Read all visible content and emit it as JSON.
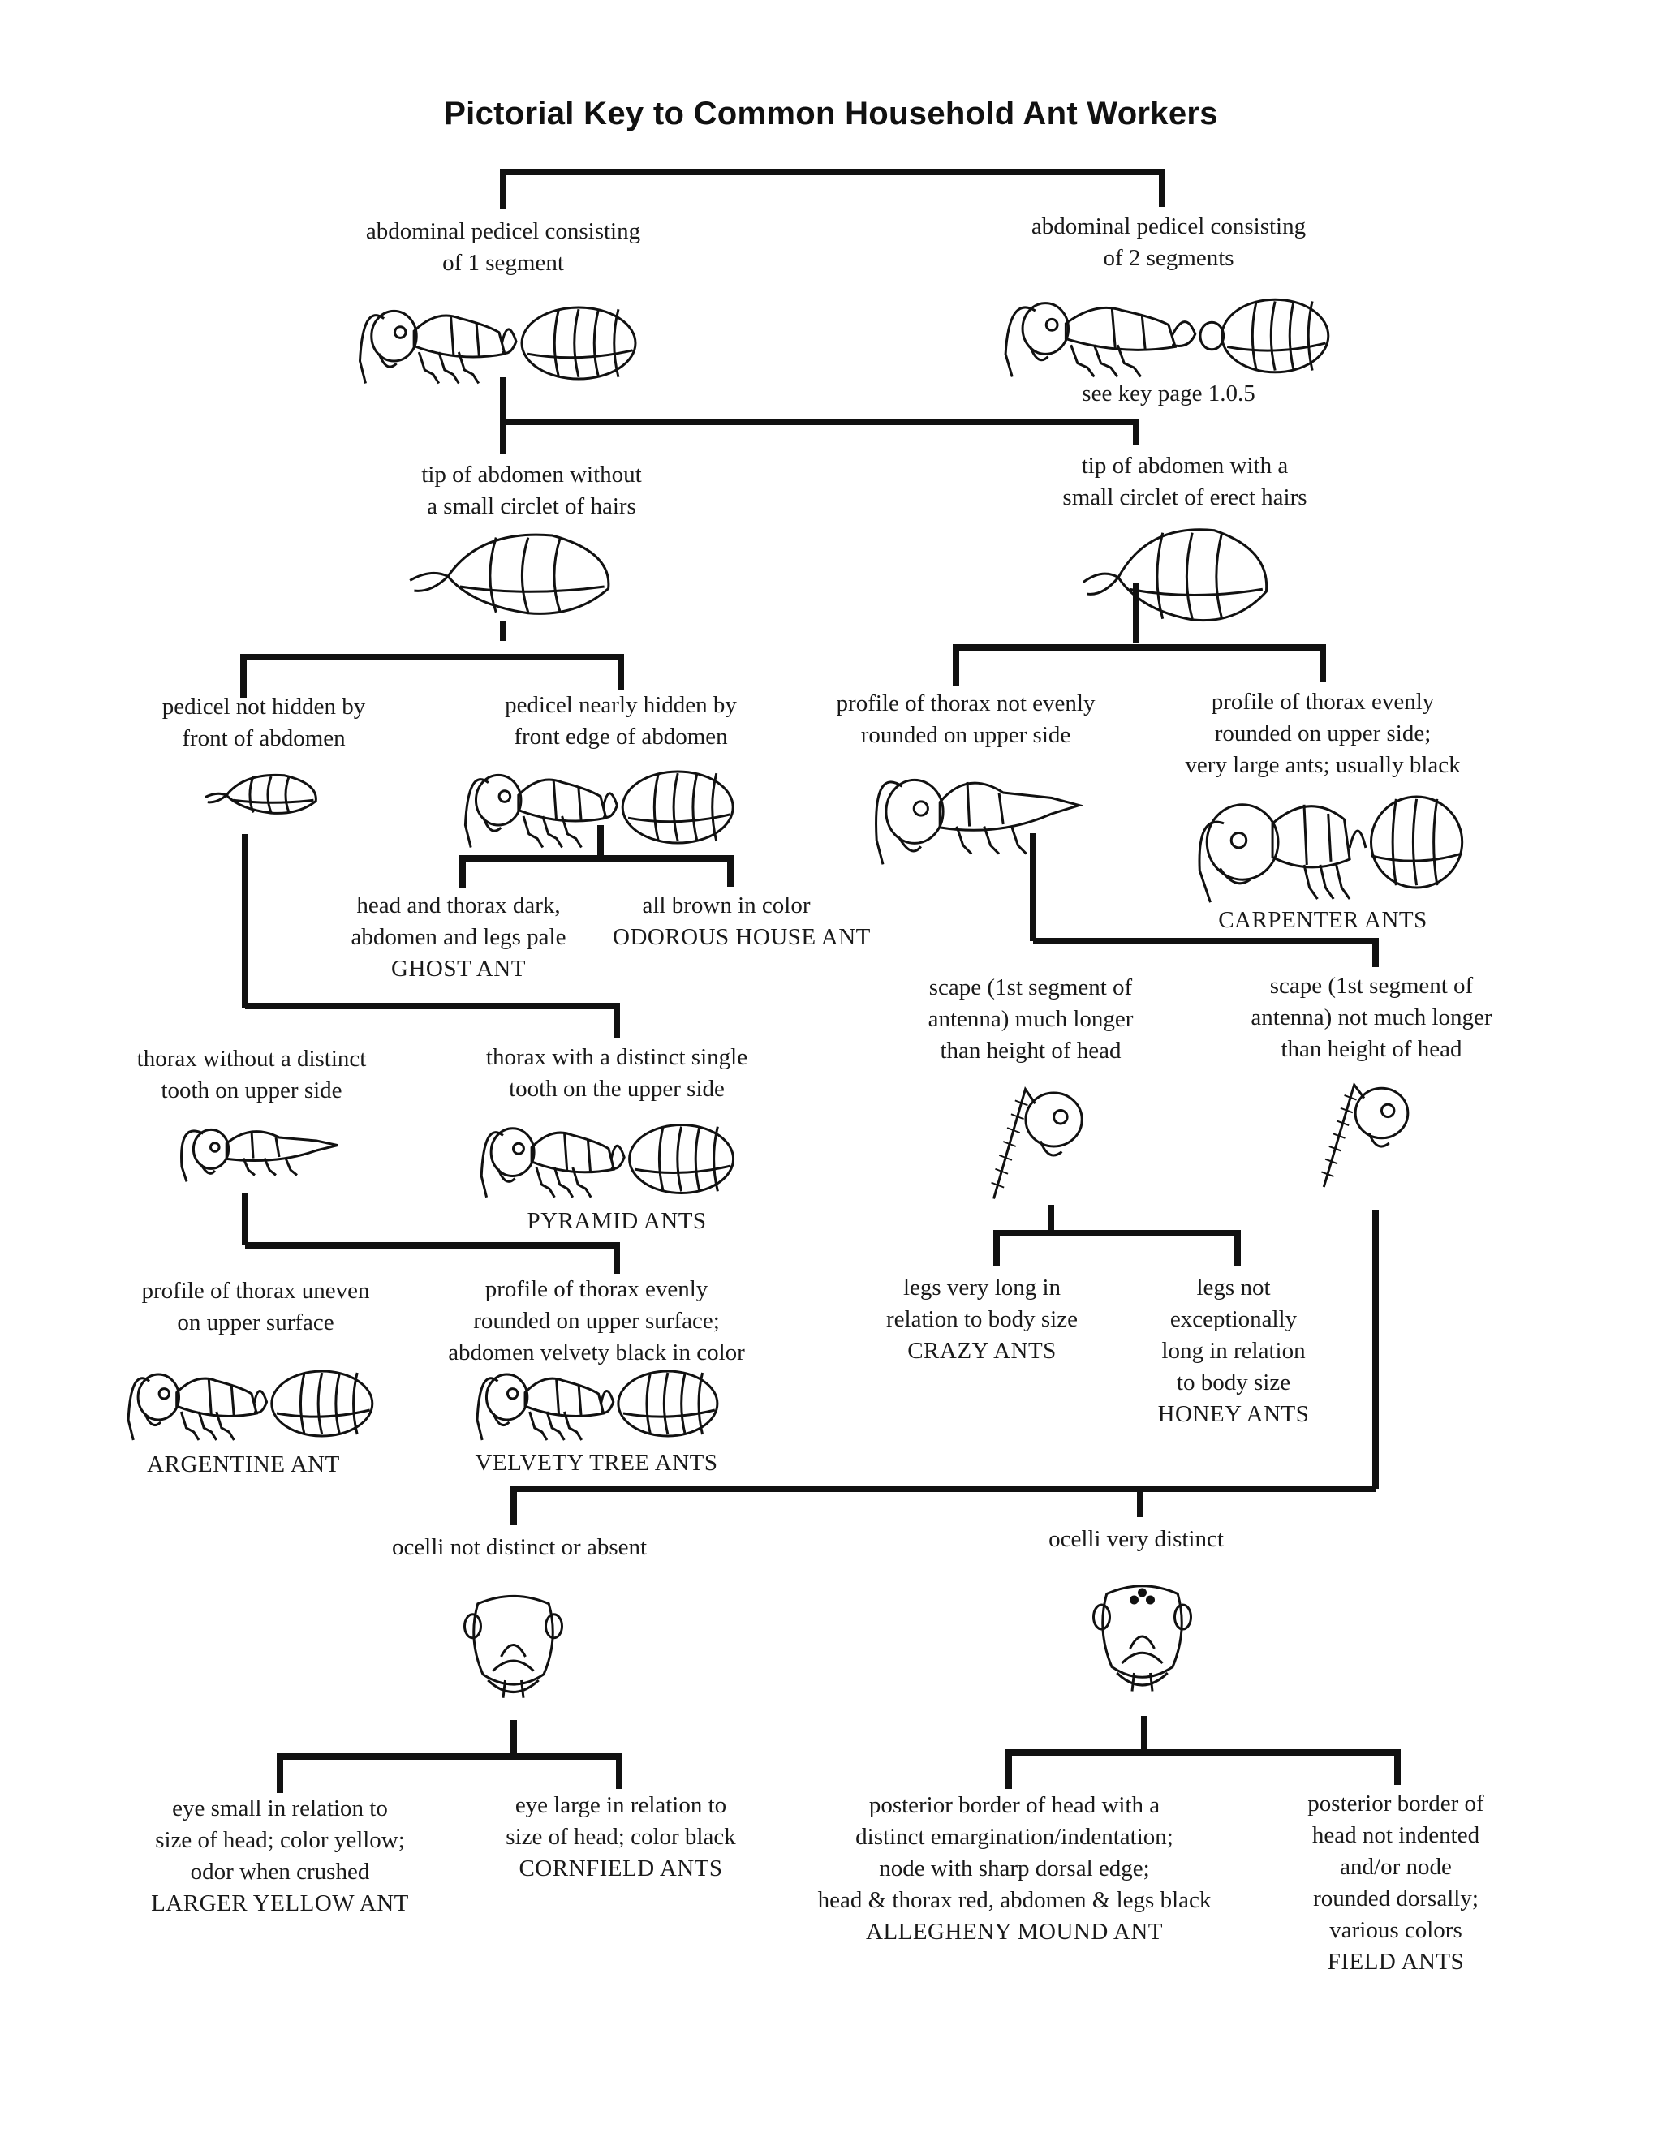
{
  "title": "Pictorial Key to Common Household Ant Workers",
  "nodes": {
    "ped1": {
      "lines": [
        "abdominal pedicel consisting",
        "of 1 segment"
      ],
      "name": ""
    },
    "ped2": {
      "lines": [
        "abdominal pedicel consisting",
        "of 2 segments"
      ],
      "name": ""
    },
    "see_key": {
      "lines": [
        "see key page 1.0.5"
      ],
      "name": ""
    },
    "tip_without": {
      "lines": [
        "tip of abdomen without",
        "a small circlet of hairs"
      ],
      "name": ""
    },
    "tip_with": {
      "lines": [
        "tip of abdomen with a",
        "small circlet of erect hairs"
      ],
      "name": ""
    },
    "ped_not_hidden": {
      "lines": [
        "pedicel not hidden by",
        "front of abdomen"
      ],
      "name": ""
    },
    "ped_hidden": {
      "lines": [
        "pedicel nearly hidden by",
        "front edge of abdomen"
      ],
      "name": ""
    },
    "thorax_not_even": {
      "lines": [
        "profile of thorax not evenly",
        "rounded on upper side"
      ],
      "name": ""
    },
    "thorax_even": {
      "lines": [
        "profile of thorax evenly",
        "rounded on upper side;",
        "very large ants; usually black"
      ],
      "name": ""
    },
    "carpenter": {
      "lines": [],
      "name": "CARPENTER ANTS"
    },
    "ghost": {
      "lines": [
        "head and thorax dark,",
        "abdomen and legs pale"
      ],
      "name": "GHOST ANT"
    },
    "odorous": {
      "lines": [
        "all brown in color"
      ],
      "name": "ODOROUS HOUSE ANT"
    },
    "scape_long": {
      "lines": [
        "scape (1st segment of",
        "antenna) much longer",
        "than height of head"
      ],
      "name": ""
    },
    "scape_short": {
      "lines": [
        "scape (1st segment of",
        "antenna) not much longer",
        "than height of head"
      ],
      "name": ""
    },
    "thorax_no_tooth": {
      "lines": [
        "thorax without a distinct",
        "tooth on upper side"
      ],
      "name": ""
    },
    "thorax_tooth": {
      "lines": [
        "thorax with a distinct single",
        "tooth on the upper side"
      ],
      "name": ""
    },
    "pyramid": {
      "lines": [],
      "name": "PYRAMID ANTS"
    },
    "crazy": {
      "lines": [
        "legs very long in",
        "relation to body size"
      ],
      "name": "CRAZY ANTS"
    },
    "honey": {
      "lines": [
        "legs not",
        "exceptionally",
        "long in relation",
        "to body size"
      ],
      "name": "HONEY ANTS"
    },
    "argentine_desc": {
      "lines": [
        "profile of thorax uneven",
        "on upper surface"
      ],
      "name": ""
    },
    "velvety_desc": {
      "lines": [
        "profile of thorax evenly",
        "rounded on upper surface;",
        "abdomen velvety black in color"
      ],
      "name": ""
    },
    "argentine": {
      "lines": [],
      "name": "ARGENTINE ANT"
    },
    "velvety": {
      "lines": [],
      "name": "VELVETY TREE ANTS"
    },
    "ocelli_not": {
      "lines": [
        "ocelli not distinct or absent"
      ],
      "name": ""
    },
    "ocelli_very": {
      "lines": [
        "ocelli very distinct"
      ],
      "name": ""
    },
    "larger_yellow": {
      "lines": [
        "eye small in relation to",
        "size of head; color yellow;",
        "odor when crushed"
      ],
      "name": "LARGER YELLOW ANT"
    },
    "cornfield": {
      "lines": [
        "eye large in relation to",
        "size of head; color black"
      ],
      "name": "CORNFIELD ANTS"
    },
    "allegheny": {
      "lines": [
        "posterior border of head with a",
        "distinct emargination/indentation;",
        "node with sharp dorsal edge;",
        "head & thorax red, abdomen & legs black"
      ],
      "name": "ALLEGHENY MOUND ANT"
    },
    "field": {
      "lines": [
        "posterior border of",
        "head not indented",
        "and/or node",
        "rounded dorsally;",
        "various colors"
      ],
      "name": "FIELD ANTS"
    }
  },
  "figures": [
    "ant-1-segment-pedicel",
    "ant-2-segment-pedicel",
    "abdomen-without-hairs",
    "abdomen-with-hairs",
    "abdomen-small",
    "ant-odorous",
    "ant-thorax-uneven",
    "ant-carpenter",
    "ant-no-tooth",
    "ant-pyramid",
    "head-scape-long",
    "head-scape-short",
    "ant-argentine",
    "ant-velvety",
    "head-front-no-ocelli",
    "head-front-ocelli"
  ]
}
